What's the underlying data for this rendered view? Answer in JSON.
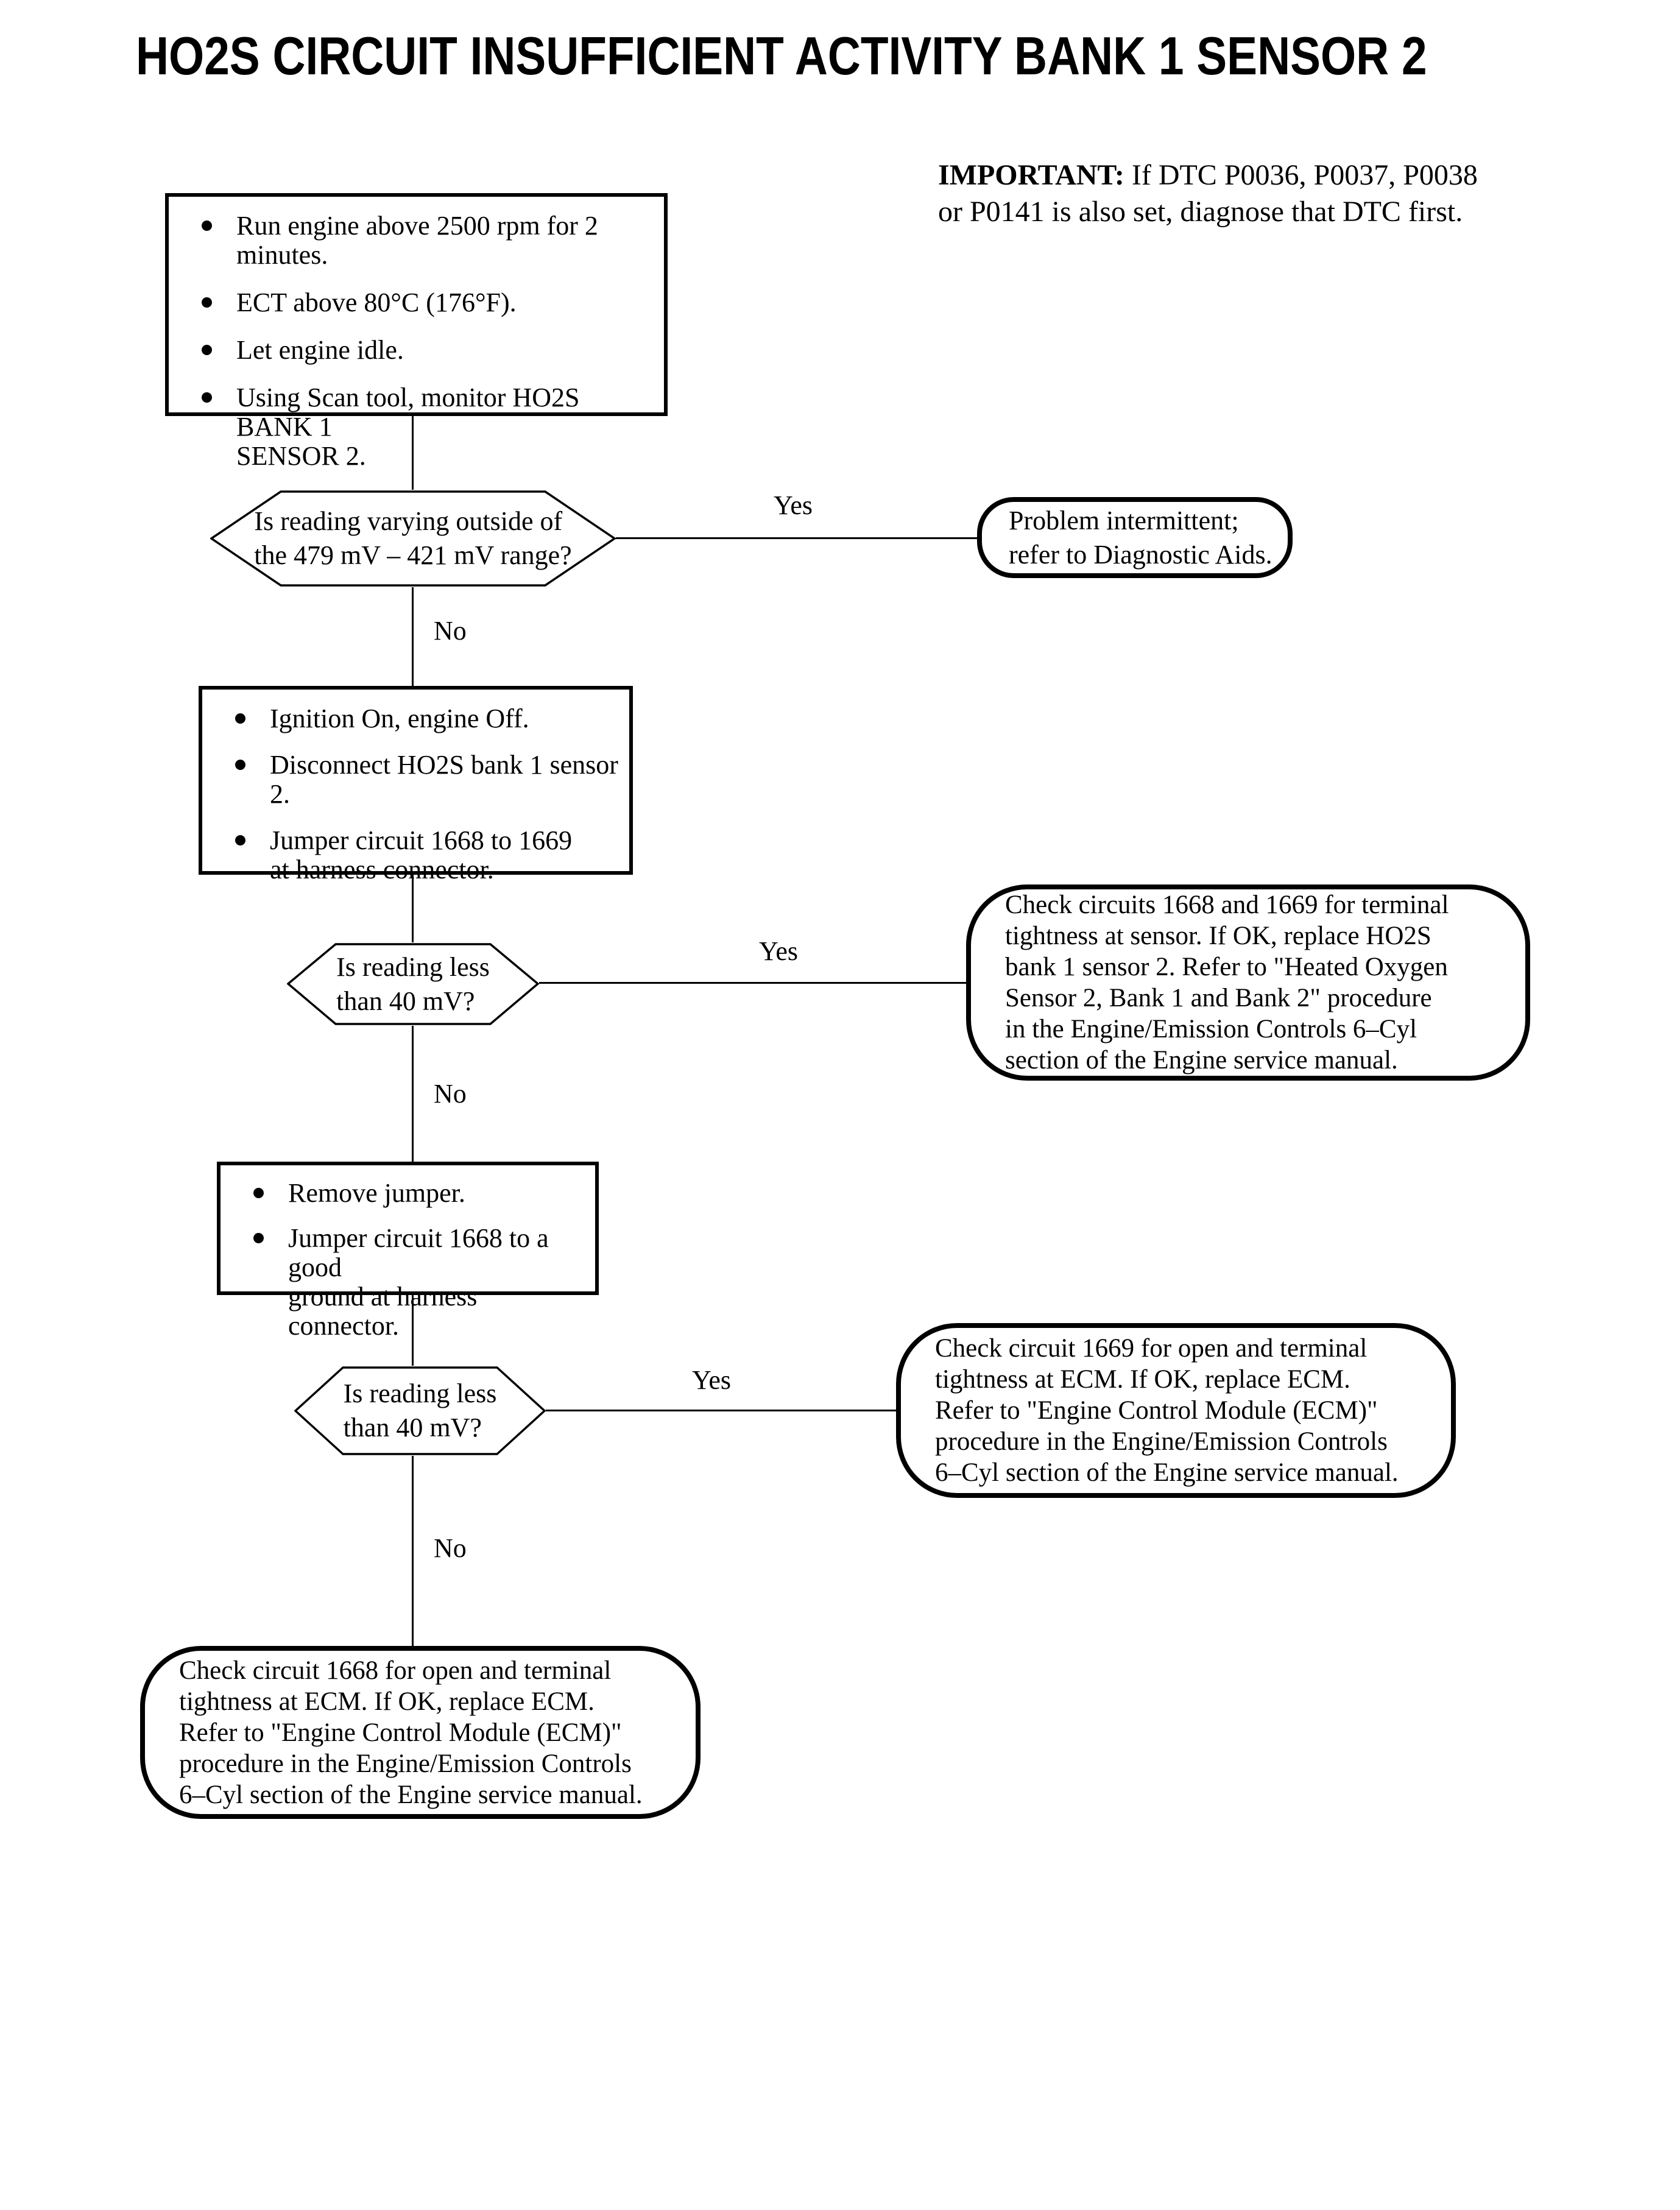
{
  "title": "HO2S CIRCUIT INSUFFICIENT ACTIVITY BANK 1 SENSOR 2",
  "important": {
    "label": "IMPORTANT:",
    "line1": "If DTC P0036, P0037, P0038",
    "line2": "or P0141 is also set, diagnose that DTC first."
  },
  "labels": {
    "yes": "Yes",
    "no": "No"
  },
  "step1": {
    "bullets": [
      [
        "Run engine  above 2500 rpm for 2 minutes."
      ],
      [
        "ECT above 80°C (176°F)."
      ],
      [
        "Let engine idle."
      ],
      [
        "Using Scan tool, monitor HO2S BANK 1",
        "SENSOR 2."
      ]
    ]
  },
  "decision1": {
    "lines": [
      "Is reading varying outside of",
      "the 479 mV – 421 mV range?"
    ]
  },
  "terminal1": {
    "lines": [
      "Problem intermittent;",
      "refer to Diagnostic Aids."
    ]
  },
  "step2": {
    "bullets": [
      [
        "Ignition On, engine Off."
      ],
      [
        "Disconnect HO2S bank 1 sensor 2."
      ],
      [
        "Jumper circuit 1668 to 1669",
        "at harness connector."
      ]
    ]
  },
  "decision2": {
    "lines": [
      "Is reading less",
      "than 40 mV?"
    ]
  },
  "terminal2": {
    "lines": [
      "Check circuits 1668 and 1669 for terminal",
      "tightness at sensor. If OK, replace HO2S",
      "bank 1 sensor 2. Refer to \"Heated Oxygen",
      "Sensor 2, Bank 1 and Bank 2\" procedure",
      "in the Engine/Emission Controls 6–Cyl",
      "section of the Engine service manual."
    ]
  },
  "step3": {
    "bullets": [
      [
        "Remove jumper."
      ],
      [
        "Jumper circuit 1668 to a good",
        "ground at harness connector."
      ]
    ]
  },
  "decision3": {
    "lines": [
      "Is reading less",
      "than 40 mV?"
    ]
  },
  "terminal3": {
    "lines": [
      "Check circuit 1669 for open and terminal",
      "tightness at ECM. If OK, replace ECM.",
      "Refer to \"Engine Control Module (ECM)\"",
      "procedure in the Engine/Emission Controls",
      "6–Cyl section of the Engine service manual."
    ]
  },
  "terminal4": {
    "lines": [
      "Check circuit 1668 for open and terminal",
      "tightness at ECM. If OK, replace ECM.",
      "Refer to \"Engine Control Module (ECM)\"",
      "procedure in the Engine/Emission Controls",
      "6–Cyl section of the Engine service manual."
    ]
  }
}
